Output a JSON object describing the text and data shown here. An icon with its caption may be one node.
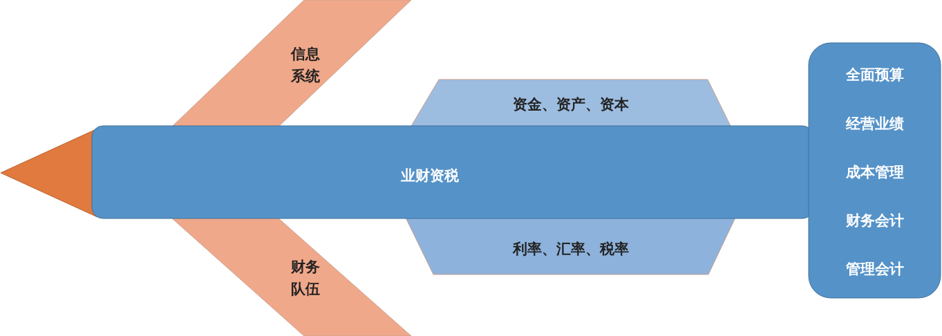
{
  "diagram": {
    "nodes": [
      {
        "text": [],
        "shape": "triangle"
      },
      {
        "text": [
          "信息系统"
        ]
      },
      {
        "text": [
          "资金、资产、资本"
        ]
      },
      {
        "text": [
          "业财资税"
        ]
      },
      {
        "text": [
          "利率、汇率、税率"
        ]
      },
      {
        "text": [
          "财务队伍"
        ]
      },
      {
        "text": [
          "全面预算",
          "经营业绩",
          "成本管理",
          "财务会计",
          "管理会计"
        ]
      }
    ]
  }
}
